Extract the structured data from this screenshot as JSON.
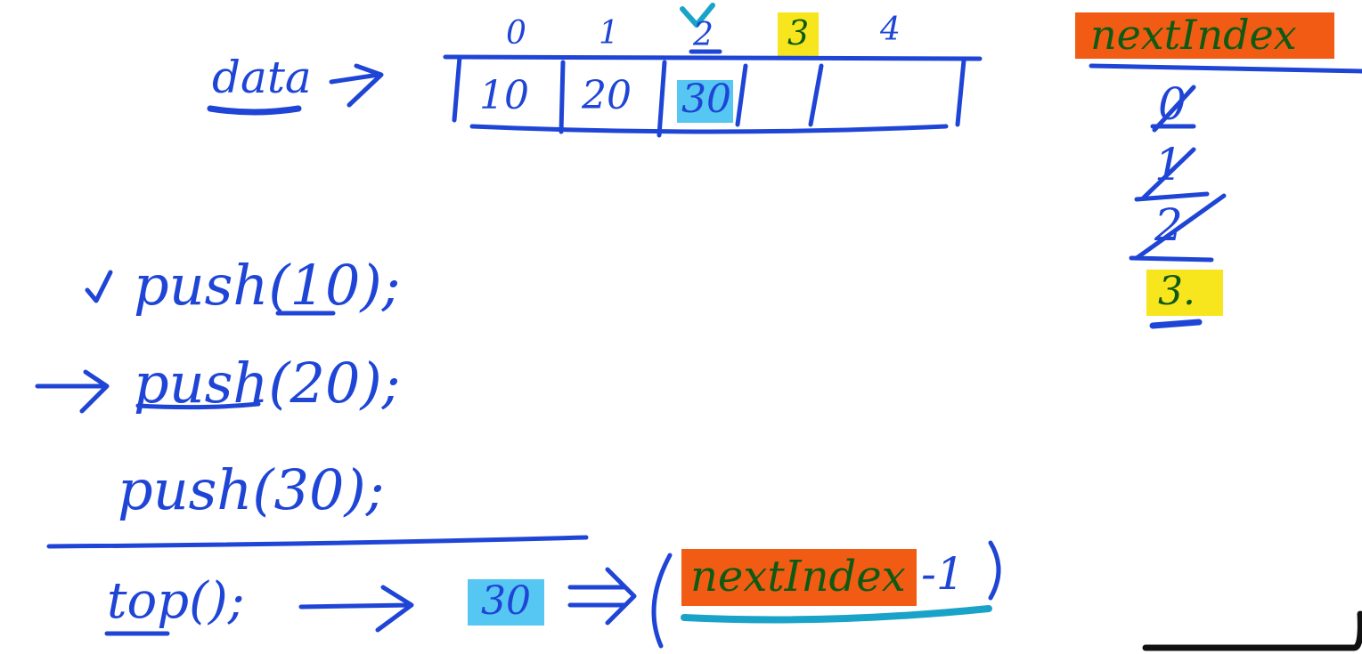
{
  "colors": {
    "ink": "#1f45d6",
    "orange_highlight": "#f25b13",
    "yellow_highlight": "#f7e51d",
    "blue_highlight": "#55c7f2",
    "green_text": "#0f5a12",
    "teal_underline": "#1aa3c8"
  },
  "array": {
    "label": "data",
    "indices": [
      "0",
      "1",
      "2",
      "3",
      "4"
    ],
    "cells": [
      "10",
      "20",
      "30",
      "",
      ""
    ],
    "current_top_index": "2",
    "next_slot_index": "3"
  },
  "next_index": {
    "header": "nextIndex",
    "history": [
      "0",
      "1",
      "2"
    ],
    "current": "3."
  },
  "operations": [
    {
      "call": "push(10);",
      "status": "done"
    },
    {
      "call": "push(20);",
      "status": "in-progress"
    },
    {
      "call": "push(30);",
      "status": "pending"
    }
  ],
  "top": {
    "call": "top();",
    "result": "30",
    "formula_var": "nextIndex",
    "formula_rest": "-1"
  }
}
